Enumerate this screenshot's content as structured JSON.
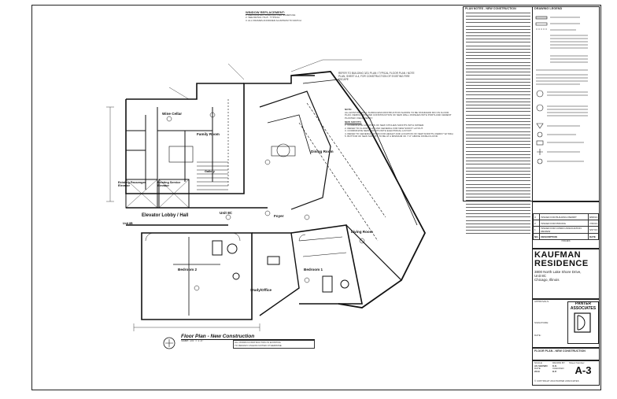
{
  "sheet": {
    "title_block": {
      "project_name": "KAUFMAN RESIDENCE",
      "address_line1": "3800 North Lake Shore Drive,",
      "address_line2": "Unit 8C",
      "address_line3": "Chicago, Illinois",
      "firm_name": "PANTER ASSOCIATES",
      "sheet_title": "FLOOR PLAN - NEW CONSTRUCTION",
      "sheet_number_label": "Sheet Number:",
      "sheet_number": "A-3",
      "scale_label": "SCALE",
      "scale_value": "AS SHOWN",
      "date_label": "DATE",
      "date_value": "2013",
      "drawn_label": "DRAWN BY",
      "drawn_value": "K.K.",
      "checked_label": "CHECKED",
      "checked_value": "D.P.",
      "copyright": "© COPYRIGHT 2013 PANTER ASSOCIATES",
      "approvals_label": "APPROVALS:",
      "signature_label": "SIGNATURE:",
      "date2_label": "DATE:"
    },
    "revisions": {
      "rows": [
        {
          "no": "3",
          "desc": "ISSUED FOR BUILDING PERMIT",
          "date": "8/08/13"
        },
        {
          "no": "2",
          "desc": "ISSUED FOR PRICING",
          "date": "7/26/13"
        },
        {
          "no": "1",
          "desc": "ISSUED FOR CONDO ASSOCIATION REVIEW",
          "date": "6/27/13"
        }
      ],
      "header_no": "NO.",
      "header_desc": "DESCRIPTION",
      "header_date": "DATE",
      "footer": "ISSUES"
    },
    "plan": {
      "window_replacement_title": "WINDOW REPLACEMENT:",
      "window_notes": [
        "1. REPLACE ALL WINDOWS PER SCHEDULE",
        "2. SEE DETAIL 7/A-8 - TYPICAL",
        "3. ALL FRAMES ANODIZED ALUMINUM TO MATCH"
      ],
      "plan_title": "Floor Plan - New Construction",
      "plan_scale": "Scale: 1/4\" = 1'-0\"",
      "plan_subnote1": "ALL WORK/CONSTRUCTION IS EXISTING",
      "plan_subnote2": "TO REMAIN UNLESS NOTED OTHERWISE",
      "rooms": {
        "wine": "Wine Cellar",
        "family": "Family Room",
        "dining": "Dining Room",
        "elevator": "Elevator Lobby / Hall",
        "unit8c": "Unit 8C",
        "unit8b": "Unit 8B",
        "foyer": "Foyer",
        "living": "Living Room",
        "bed2": "Bedroom 2",
        "bed1": "Bedroom 1",
        "study": "Study/Office",
        "passenger": "Existing Passenger Elevator",
        "service": "Existing Service Elevator",
        "gallery": "Gallery"
      },
      "top_note": "REFER TO BUILDING 3/21 PLAN / TYPICAL FLOOR PLAN / NOTE PLAN, SHEET A-4, FOR CONSTRUCTION OF EXISTING FIRE ESCAPE",
      "center_note_title": "NOTE:",
      "center_note": "ALL EXISTING WALL SURFACES/CONSTRUCTION SHOWN TO BE STANDARD MO ON FLOOR PLAN. DEMOLITION AND CONSTRUCTION OF NEW WALL FINISHES WITH PORTLAND CEMENT PLASTER. FIELD VERIFY.",
      "soffit_title": "NEW SOFFITS:",
      "soffit_notes": [
        "1. COORDINATE LOCATION OF NEW KITCHEN SOFFITS WITH OWNER.",
        "2. REFER TO FLOOR PLAN AND GENERAL FOR NEW SOFFIT LAYOUT.",
        "3. COORDINATE NEW SOFFITS WITH ELECTRICAL LAYOUT.",
        "4. REFER TO GENERAL NOTES FOR HEIGHT AND LOCATION OF NEW SOFFITS (VERIFY W/ IMG)",
        "5. BOTTOM OF NEW SOFFITS TO BE AT A MINIMUM OF 7'-0\" ABOVE FINISH FLOOR."
      ]
    },
    "notes_panel": {
      "title": "PLAN NOTES - NEW CONSTRUCTION",
      "legend_title": "DRAWING LEGEND"
    }
  }
}
